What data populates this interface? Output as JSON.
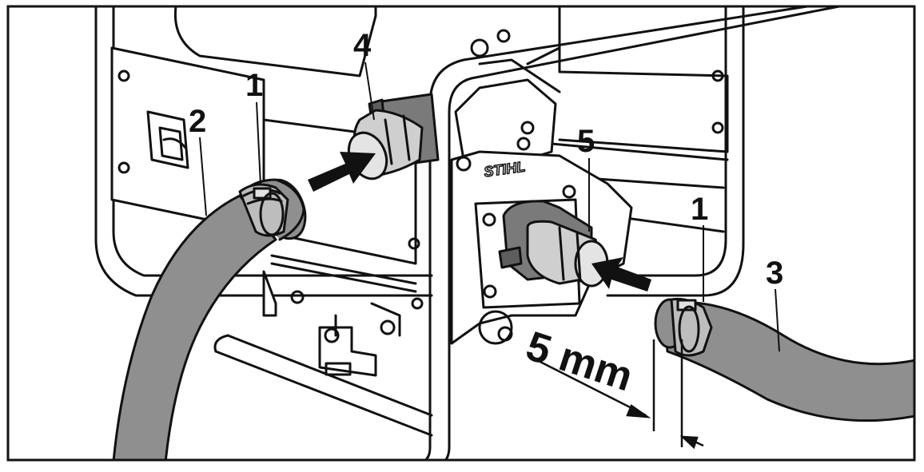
{
  "callouts": {
    "hose_clamp_left": "1",
    "hose_clamp_right": "1",
    "suction_hose": "2",
    "discharge_hose": "3",
    "suction_port": "4",
    "discharge_port": "5"
  },
  "dimension": {
    "label": "5 mm"
  },
  "brand_mark": "STIHL",
  "colors": {
    "line": "#111111",
    "hose": "#8f8f8f",
    "hose_dark": "#6e6e6e",
    "fitting": "#d2d2d2",
    "fitting_dark": "#7a7a7a",
    "background": "#ffffff"
  }
}
